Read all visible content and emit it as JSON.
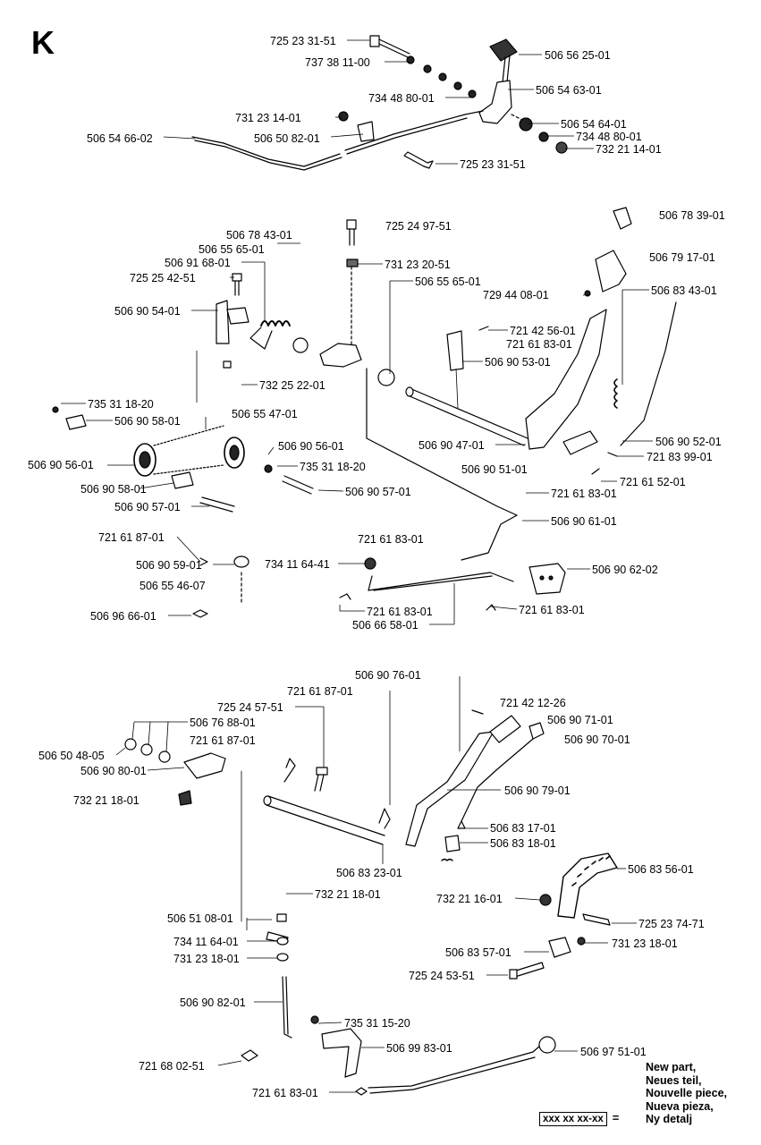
{
  "section_letter": "K",
  "legend": {
    "lines": [
      "New part,",
      "Neues teil,",
      "Nouvelle piece,",
      "Nueva pieza,",
      "Ny detalj"
    ],
    "box_text": "xxx xx xx-xx",
    "equals": "="
  },
  "labels": {
    "top": [
      "725 23 31-51",
      "737 38 11-00",
      "734 48 80-01",
      "731 23 14-01",
      "506 50 82-01",
      "506 54 66-02",
      "725 23 31-51",
      "506 56 25-01",
      "506 54 63-01",
      "506 54 64-01",
      "734 48 80-01",
      "732 21 14-01"
    ],
    "middle": [
      "506 78 43-01",
      "506 55 65-01",
      "506 91 68-01",
      "725 25 42-51",
      "506 90 54-01",
      "725 24 97-51",
      "731 23 20-51",
      "506 55 65-01",
      "506 78 39-01",
      "506 79 17-01",
      "729 44 08-01",
      "506 83 43-01",
      "721 42 56-01",
      "721 61 83-01",
      "506 90 53-01",
      "732 25 22-01",
      "735 31 18-20",
      "506 90 58-01",
      "506 55 47-01",
      "506 90 56-01",
      "506 90 56-01",
      "735 31 18-20",
      "506 90 47-01",
      "506 90 52-01",
      "721 83 99-01",
      "506 90 51-01",
      "721 61 52-01",
      "506 90 58-01",
      "506 90 57-01",
      "506 90 57-01",
      "721 61 83-01",
      "506 90 61-01",
      "721 61 87-01",
      "721 61 83-01",
      "506 90 59-01",
      "734 11 64-41",
      "506 90 62-02",
      "506 55 46-07",
      "721 61 83-01",
      "506 96 66-01",
      "721 61 83-01",
      "506 66 58-01"
    ],
    "bottom": [
      "506 90 76-01",
      "721 61 87-01",
      "725 24 57-51",
      "721 42 12-26",
      "506 76 88-01",
      "506 90 71-01",
      "721 61 87-01",
      "506 90 70-01",
      "506 50 48-05",
      "506 90 80-01",
      "732 21 18-01",
      "506 90 79-01",
      "506 83 17-01",
      "506 83 18-01",
      "506 83 23-01",
      "506 83 56-01",
      "732 21 18-01",
      "732 21 16-01",
      "506 51 08-01",
      "725 23 74-71",
      "734 11 64-01",
      "731 23 18-01",
      "731 23 18-01",
      "506 83 57-01",
      "725 24 53-51",
      "506 90 82-01",
      "735 31 15-20",
      "506 99 83-01",
      "506 97 51-01",
      "721 68 02-51",
      "721 61 83-01"
    ]
  }
}
